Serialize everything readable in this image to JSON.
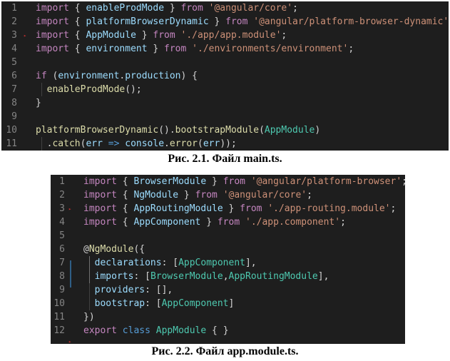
{
  "figure1": {
    "caption": "Рис. 2.1. Файл main.ts.",
    "lines": [
      {
        "num": "1",
        "indent": "",
        "tokens": [
          {
            "t": "import",
            "c": "ctl"
          },
          {
            "t": " { "
          },
          {
            "t": "enableProdMode",
            "c": "var"
          },
          {
            "t": " } "
          },
          {
            "t": "from",
            "c": "ctl"
          },
          {
            "t": " "
          },
          {
            "t": "'@angular/core'",
            "c": "str"
          },
          {
            "t": ";"
          }
        ]
      },
      {
        "num": "2",
        "indent": "",
        "tokens": [
          {
            "t": "import",
            "c": "ctl"
          },
          {
            "t": " { "
          },
          {
            "t": "platformBrowserDynamic",
            "c": "var"
          },
          {
            "t": " } "
          },
          {
            "t": "from",
            "c": "ctl"
          },
          {
            "t": " "
          },
          {
            "t": "'@angular/platform-browser-dynamic'",
            "c": "str"
          },
          {
            "t": ";"
          }
        ]
      },
      {
        "num": "3",
        "indent": "",
        "tokens": [
          {
            "t": "import",
            "c": "ctl"
          },
          {
            "t": " { "
          },
          {
            "t": "AppModule",
            "c": "var"
          },
          {
            "t": " } "
          },
          {
            "t": "from",
            "c": "ctl"
          },
          {
            "t": " "
          },
          {
            "t": "'./app/app.module'",
            "c": "str"
          },
          {
            "t": ";"
          }
        ]
      },
      {
        "num": "4",
        "indent": "",
        "tokens": [
          {
            "t": "import",
            "c": "ctl"
          },
          {
            "t": " { "
          },
          {
            "t": "environment",
            "c": "var"
          },
          {
            "t": " } "
          },
          {
            "t": "from",
            "c": "ctl"
          },
          {
            "t": " "
          },
          {
            "t": "'./environments/environment'",
            "c": "str"
          },
          {
            "t": ";"
          }
        ]
      },
      {
        "num": "5",
        "indent": "",
        "tokens": []
      },
      {
        "num": "6",
        "indent": "",
        "tokens": [
          {
            "t": "if",
            "c": "ctl"
          },
          {
            "t": " ("
          },
          {
            "t": "environment",
            "c": "var"
          },
          {
            "t": "."
          },
          {
            "t": "production",
            "c": "var"
          },
          {
            "t": ") {"
          }
        ]
      },
      {
        "num": "7",
        "indent": "  ",
        "guide": true,
        "tokens": [
          {
            "t": "enableProdMode",
            "c": "fn"
          },
          {
            "t": "();"
          }
        ]
      },
      {
        "num": "8",
        "indent": "",
        "tokens": [
          {
            "t": "}"
          }
        ]
      },
      {
        "num": "9",
        "indent": "",
        "tokens": []
      },
      {
        "num": "10",
        "indent": "",
        "tokens": [
          {
            "t": "platformBrowserDynamic",
            "c": "fn"
          },
          {
            "t": "()."
          },
          {
            "t": "bootstrapModule",
            "c": "fn"
          },
          {
            "t": "("
          },
          {
            "t": "AppModule",
            "c": "cls"
          },
          {
            "t": ")"
          }
        ]
      },
      {
        "num": "11",
        "indent": "  ",
        "guide": true,
        "tokens": [
          {
            "t": "."
          },
          {
            "t": "catch",
            "c": "fn"
          },
          {
            "t": "("
          },
          {
            "t": "err",
            "c": "var"
          },
          {
            "t": " "
          },
          {
            "t": "=>",
            "c": "kw"
          },
          {
            "t": " "
          },
          {
            "t": "console",
            "c": "var"
          },
          {
            "t": "."
          },
          {
            "t": "error",
            "c": "fn"
          },
          {
            "t": "("
          },
          {
            "t": "err",
            "c": "var"
          },
          {
            "t": "));"
          }
        ]
      }
    ]
  },
  "figure2": {
    "caption": "Рис. 2.2. Файл app.module.ts.",
    "lines": [
      {
        "num": "1",
        "indent": "",
        "tokens": [
          {
            "t": "import",
            "c": "ctl"
          },
          {
            "t": " { "
          },
          {
            "t": "BrowserModule",
            "c": "var"
          },
          {
            "t": " } "
          },
          {
            "t": "from",
            "c": "ctl"
          },
          {
            "t": " "
          },
          {
            "t": "'@angular/platform-browser'",
            "c": "str"
          },
          {
            "t": ";"
          }
        ]
      },
      {
        "num": "2",
        "indent": "",
        "tokens": [
          {
            "t": "import",
            "c": "ctl"
          },
          {
            "t": " { "
          },
          {
            "t": "NgModule",
            "c": "var"
          },
          {
            "t": " } "
          },
          {
            "t": "from",
            "c": "ctl"
          },
          {
            "t": " "
          },
          {
            "t": "'@angular/core'",
            "c": "str"
          },
          {
            "t": ";"
          }
        ]
      },
      {
        "num": "3",
        "indent": "",
        "tokens": [
          {
            "t": "import",
            "c": "ctl"
          },
          {
            "t": " { "
          },
          {
            "t": "AppRoutingModule",
            "c": "var"
          },
          {
            "t": " } "
          },
          {
            "t": "from",
            "c": "ctl"
          },
          {
            "t": " "
          },
          {
            "t": "'./app-routing.module'",
            "c": "str"
          },
          {
            "t": ";"
          }
        ]
      },
      {
        "num": "4",
        "indent": "",
        "tokens": [
          {
            "t": "import",
            "c": "ctl"
          },
          {
            "t": " { "
          },
          {
            "t": "AppComponent",
            "c": "var"
          },
          {
            "t": " } "
          },
          {
            "t": "from",
            "c": "ctl"
          },
          {
            "t": " "
          },
          {
            "t": "'./app.component'",
            "c": "str"
          },
          {
            "t": ";"
          }
        ]
      },
      {
        "num": "5",
        "indent": "",
        "tokens": []
      },
      {
        "num": "6",
        "indent": "",
        "tokens": [
          {
            "t": "@"
          },
          {
            "t": "NgModule",
            "c": "fn"
          },
          {
            "t": "({"
          }
        ]
      },
      {
        "num": "7",
        "indent": "  ",
        "guide": true,
        "active": true,
        "tokens": [
          {
            "t": "declarations",
            "c": "var"
          },
          {
            "t": ": ["
          },
          {
            "t": "AppComponent",
            "c": "cls"
          },
          {
            "t": "],"
          }
        ]
      },
      {
        "num": "8",
        "indent": "  ",
        "guide": true,
        "active": true,
        "tokens": [
          {
            "t": "imports",
            "c": "var"
          },
          {
            "t": ": ["
          },
          {
            "t": "BrowserModule",
            "c": "cls"
          },
          {
            "t": ","
          },
          {
            "t": "AppRoutingModule",
            "c": "cls"
          },
          {
            "t": "],"
          }
        ]
      },
      {
        "num": "9",
        "indent": "  ",
        "guide": true,
        "tokens": [
          {
            "t": "providers",
            "c": "var"
          },
          {
            "t": ": [],"
          }
        ]
      },
      {
        "num": "10",
        "indent": "  ",
        "guide": true,
        "tokens": [
          {
            "t": "bootstrap",
            "c": "var"
          },
          {
            "t": ": ["
          },
          {
            "t": "AppComponent",
            "c": "cls"
          },
          {
            "t": "]"
          }
        ]
      },
      {
        "num": "11",
        "indent": "",
        "tokens": [
          {
            "t": "})"
          }
        ]
      },
      {
        "num": "12",
        "indent": "",
        "tokens": [
          {
            "t": "export",
            "c": "ctl"
          },
          {
            "t": " "
          },
          {
            "t": "class",
            "c": "kw"
          },
          {
            "t": " "
          },
          {
            "t": "AppModule",
            "c": "cls"
          },
          {
            "t": " { }"
          }
        ]
      }
    ]
  }
}
